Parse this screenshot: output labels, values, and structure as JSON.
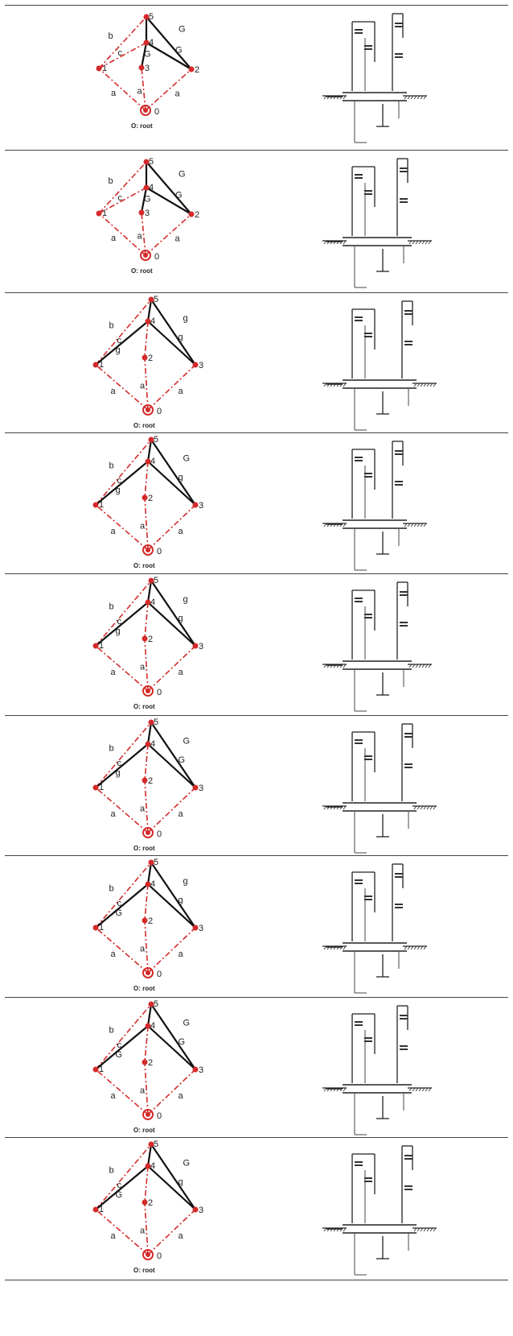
{
  "colors": {
    "red": "#d42a2a",
    "black": "#111111",
    "gray": "#555555"
  },
  "rows": [
    {
      "root_label": "O: root",
      "nodes": [
        "0",
        "1",
        "3",
        "2",
        "4",
        "5"
      ],
      "edges": {
        "b": "b",
        "c": "c",
        "a1": "a",
        "a2": "a",
        "a3": "a",
        "g1": "G",
        "g2": "G",
        "g3": "G"
      }
    },
    {
      "root_label": "O: root",
      "nodes": [
        "0",
        "1",
        "3",
        "2",
        "4",
        "5"
      ],
      "edges": {
        "b": "b",
        "c": "c",
        "a1": "a",
        "a2": "a",
        "a3": "a",
        "g1": "G",
        "g2": "G",
        "g3": "G"
      }
    },
    {
      "root_label": "O: root",
      "nodes": [
        "0",
        "1",
        "2",
        "3",
        "4",
        "5"
      ],
      "edges": {
        "b": "b",
        "c": "c",
        "a1": "a",
        "a2": "a",
        "a3": "a",
        "g1": "g",
        "g2": "g",
        "g3": "g"
      }
    },
    {
      "root_label": "O: root",
      "nodes": [
        "0",
        "1",
        "2",
        "3",
        "4",
        "5"
      ],
      "edges": {
        "b": "b",
        "c": "c",
        "a1": "a",
        "a2": "a",
        "a3": "a",
        "g1": "G",
        "g2": "g",
        "g3": "g"
      }
    },
    {
      "root_label": "O: root",
      "nodes": [
        "0",
        "1",
        "2",
        "3",
        "4",
        "5"
      ],
      "edges": {
        "b": "b",
        "c": "c",
        "a1": "a",
        "a2": "a",
        "a3": "a",
        "g1": "g",
        "g2": "g",
        "g3": "g"
      }
    },
    {
      "root_label": "O: root",
      "nodes": [
        "0",
        "1",
        "2",
        "3",
        "4",
        "5"
      ],
      "edges": {
        "b": "b",
        "c": "c",
        "a1": "a",
        "a2": "a",
        "a3": "a",
        "g1": "G",
        "g2": "G",
        "g3": "g"
      }
    },
    {
      "root_label": "O: root",
      "nodes": [
        "0",
        "1",
        "2",
        "3",
        "4",
        "5"
      ],
      "edges": {
        "b": "b",
        "c": "c",
        "a1": "a",
        "a2": "a",
        "a3": "a",
        "g1": "g",
        "g2": "g",
        "g3": "G"
      }
    },
    {
      "root_label": "O: root",
      "nodes": [
        "0",
        "1",
        "2",
        "3",
        "4",
        "5"
      ],
      "edges": {
        "b": "b",
        "c": "c",
        "a1": "a",
        "a2": "a",
        "a3": "a",
        "g1": "G",
        "g2": "G",
        "g3": "G"
      }
    },
    {
      "root_label": "O: root",
      "nodes": [
        "0",
        "1",
        "2",
        "3",
        "4",
        "5"
      ],
      "edges": {
        "b": "b",
        "c": "c",
        "a1": "a",
        "a2": "a",
        "a3": "a",
        "g1": "G",
        "g2": "g",
        "g3": "G"
      }
    }
  ]
}
